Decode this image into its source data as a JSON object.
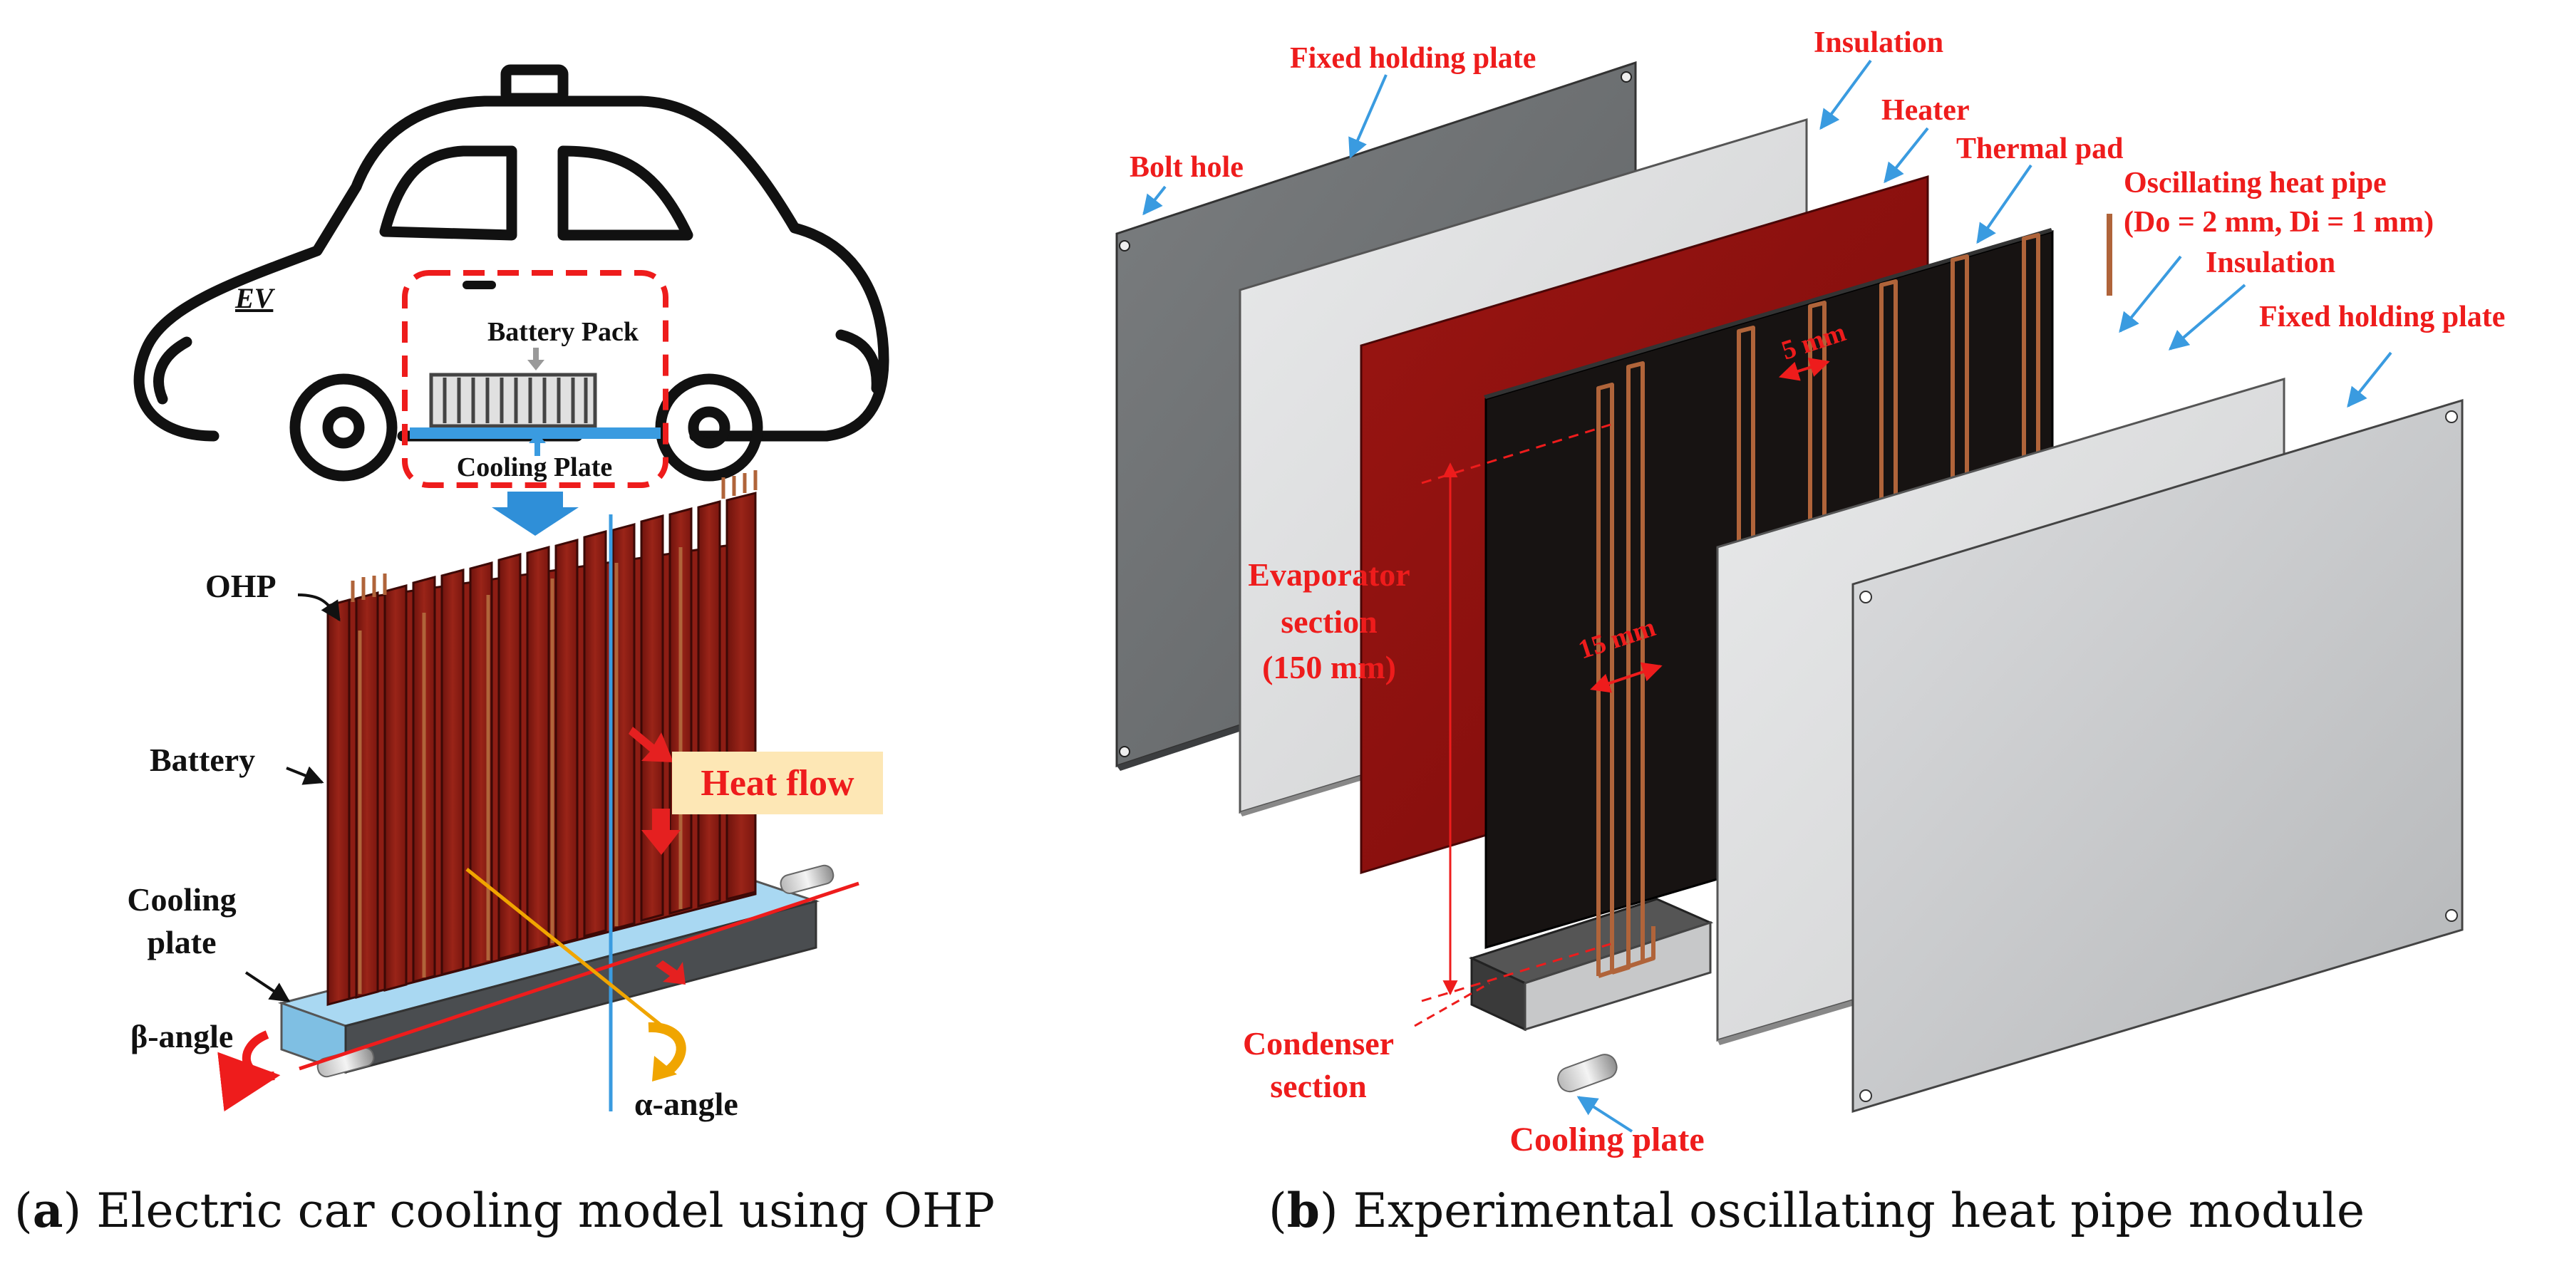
{
  "panel_a": {
    "car": {
      "badge": "EV",
      "battery_pack": "Battery Pack",
      "cooling_plate": "Cooling Plate"
    },
    "labels": {
      "ohp": "OHP",
      "battery": "Battery",
      "heat_flow": "Heat flow",
      "cooling_plate_line1": "Cooling",
      "cooling_plate_line2": "plate",
      "beta_angle": "β-angle",
      "alpha_angle": "α-angle"
    },
    "caption": {
      "letter": "a",
      "text": "Electric car cooling model using OHP"
    }
  },
  "panel_b": {
    "labels": {
      "bolt_hole": "Bolt hole",
      "fixed_plate_back": "Fixed holding plate",
      "insulation_back": "Insulation",
      "heater": "Heater",
      "thermal_pad": "Thermal pad",
      "ohp_line1": "Oscillating heat pipe",
      "ohp_line2": "(Do = 2 mm,  Di = 1 mm)",
      "insulation_front": "Insulation",
      "fixed_plate_front": "Fixed holding plate",
      "evap_line1": "Evaporator",
      "evap_line2": "section",
      "evap_line3": "(150 mm)",
      "dim_5mm": "5 mm",
      "dim_15mm": "15 mm",
      "condenser_line1": "Condenser",
      "condenser_line2": "section",
      "cooling_plate": "Cooling plate"
    },
    "caption": {
      "letter": "b",
      "text": "Experimental oscillating heat pipe module"
    }
  },
  "colors": {
    "label_red": "#ee1c1c",
    "leader_blue": "#3a9be0",
    "battery_red": "#8a1a12",
    "heater_red": "#8e0f0f",
    "thermal_pad_black": "#171312",
    "plate_gray": "#6e7173",
    "insulation_light": "#dadbdc",
    "cooling_plate_blue": "#a9d8f2",
    "heat_flow_box": "#fde7b5"
  }
}
